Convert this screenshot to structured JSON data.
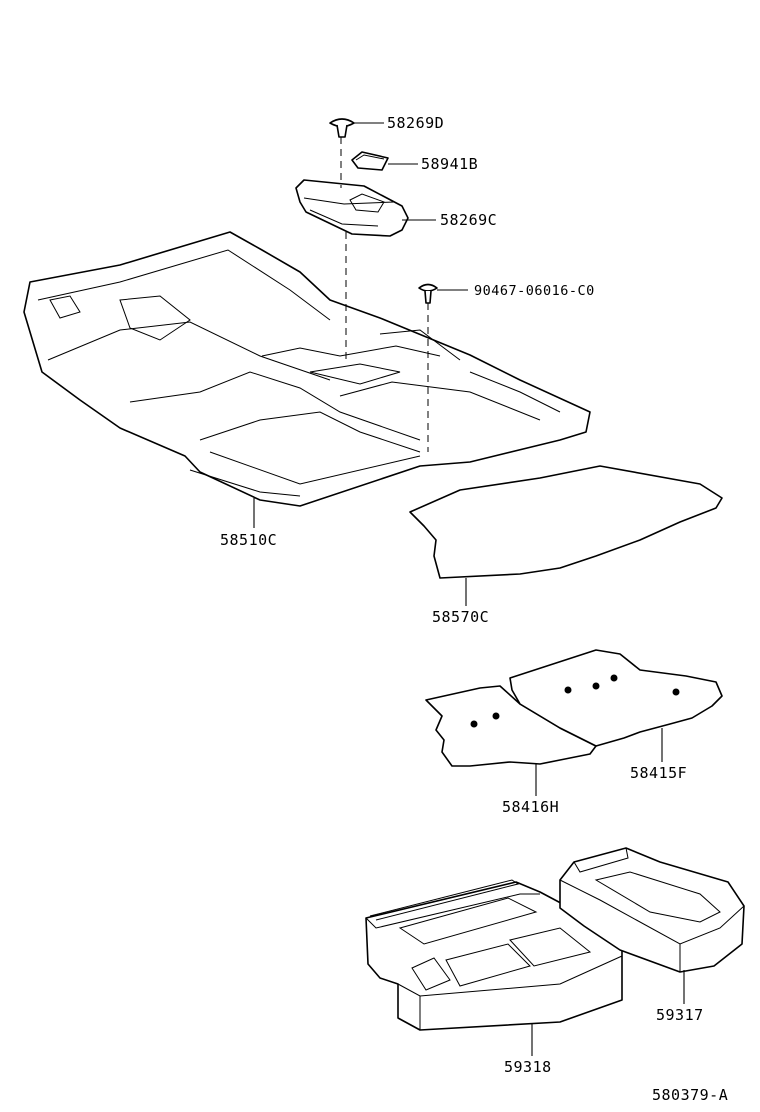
{
  "parts": {
    "clip_58269d": "58269D",
    "cap_58941b": "58941B",
    "bracket_58269c": "58269C",
    "clip_90467": "90467-06016-C0",
    "carpet_58510c": "58510C",
    "mat_58570c": "58570C",
    "mat_58416h": "58416H",
    "mat_58415f": "58415F",
    "tray_59318": "59318",
    "tray_59317": "59317"
  },
  "figure_id": "580379-A"
}
